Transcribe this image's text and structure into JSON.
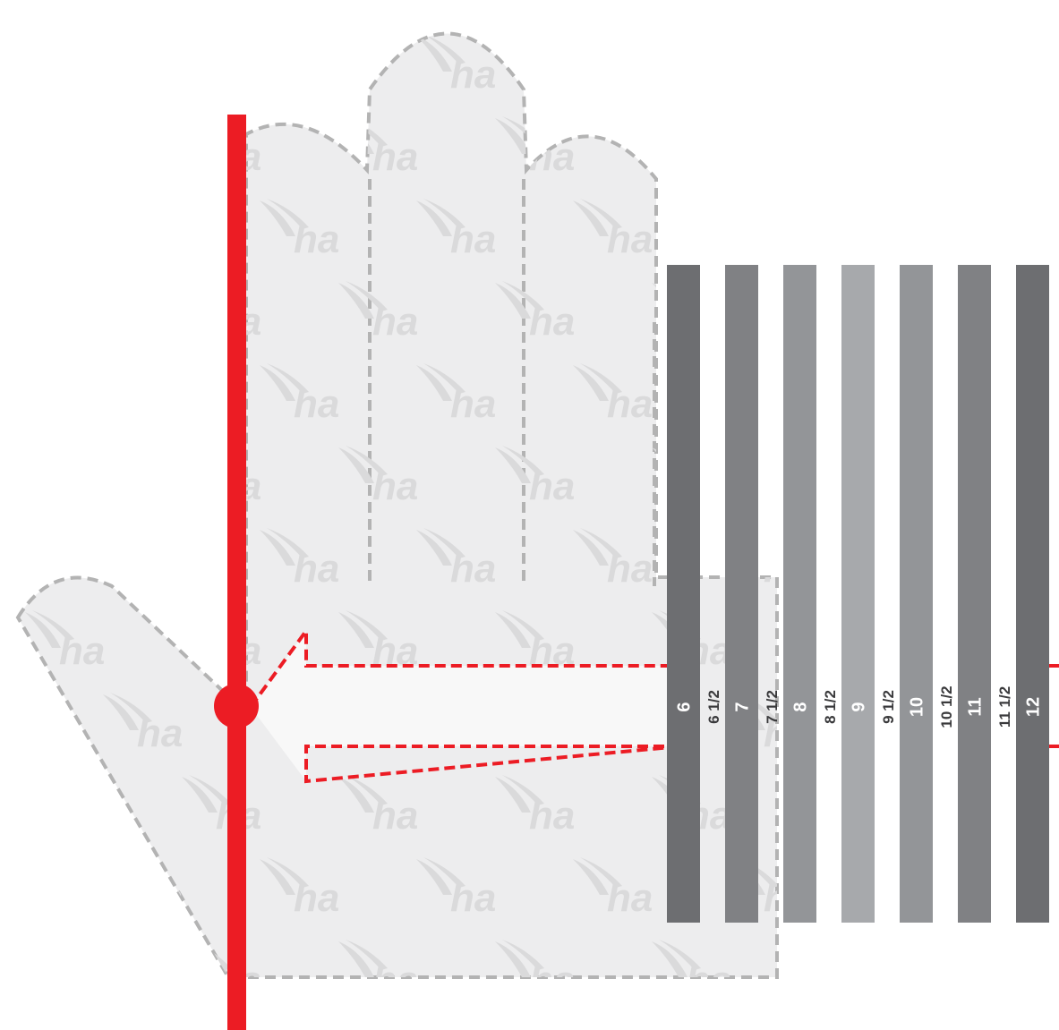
{
  "colors": {
    "glove_fill": "#ededee",
    "glove_outline": "#b3b3b3",
    "watermark": "#dadadb",
    "accent_red": "#ec1c24",
    "arrow_fill": "#f8f8f8",
    "label_on_bar": "#ffffff",
    "label_on_white": "#3a3a3c"
  },
  "watermark_text": "ha",
  "sizes": [
    {
      "label": "6",
      "bar": true,
      "color": "#6d6e71"
    },
    {
      "label": "6 1/2",
      "bar": false
    },
    {
      "label": "7",
      "bar": true,
      "color": "#808184"
    },
    {
      "label": "7 1/2",
      "bar": false
    },
    {
      "label": "8",
      "bar": true,
      "color": "#939598"
    },
    {
      "label": "8 1/2",
      "bar": false
    },
    {
      "label": "9",
      "bar": true,
      "color": "#a7a9ac"
    },
    {
      "label": "9 1/2",
      "bar": false
    },
    {
      "label": "10",
      "bar": true,
      "color": "#939598"
    },
    {
      "label": "10 1/2",
      "bar": false
    },
    {
      "label": "11",
      "bar": true,
      "color": "#808184"
    },
    {
      "label": "11 1/2",
      "bar": false
    },
    {
      "label": "12",
      "bar": true,
      "color": "#6d6e71"
    }
  ]
}
